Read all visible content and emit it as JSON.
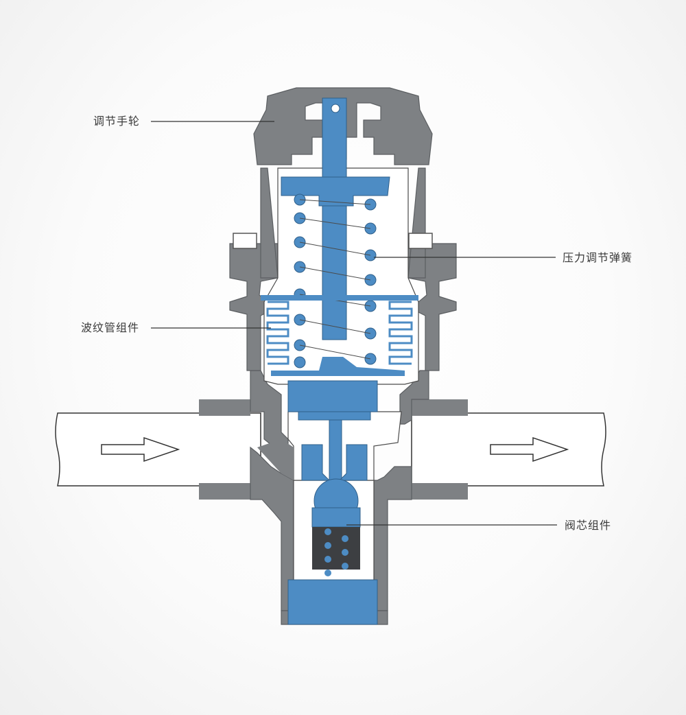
{
  "labels": {
    "handwheel": "调节手轮",
    "spring": "压力调节弹簧",
    "bellows": "波纹管组件",
    "core": "阀芯组件"
  },
  "colors": {
    "body": "#7e8184",
    "blue": "#4d8cc4",
    "line": "#4a4a4a",
    "leader": "#333333"
  },
  "icons": {
    "inlet": "arrow-right-icon",
    "outlet": "arrow-right-icon"
  }
}
